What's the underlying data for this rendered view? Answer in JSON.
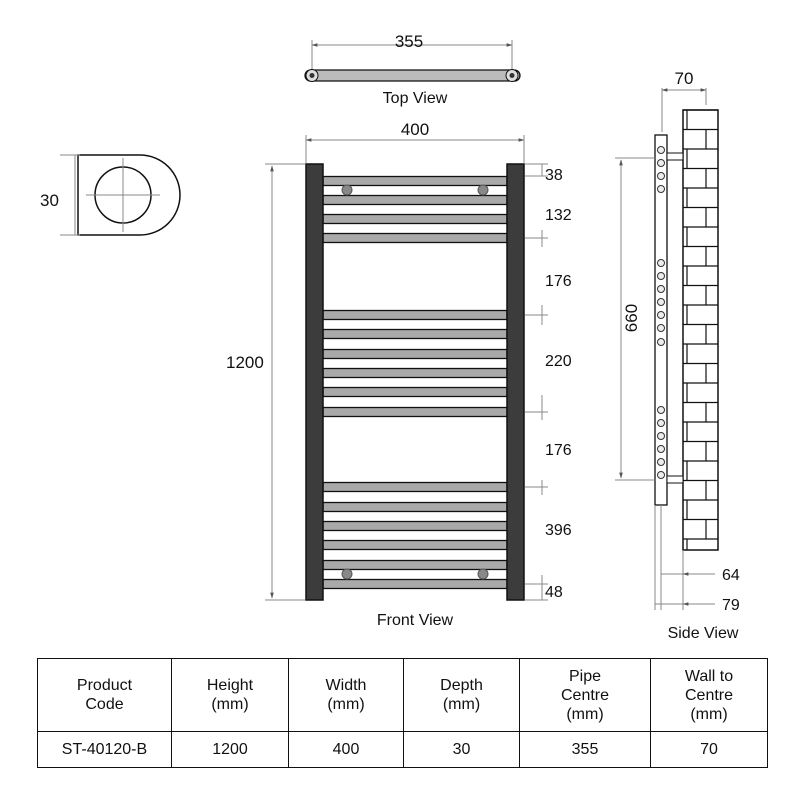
{
  "top_view": {
    "label": "Top View",
    "dim_pipe_centre": "355"
  },
  "front_view": {
    "label": "Front View",
    "dim_width": "400",
    "dim_height": "1200",
    "spacings": [
      "38",
      "132",
      "176",
      "220",
      "176",
      "396",
      "48"
    ]
  },
  "end_cap": {
    "dim_depth": "30"
  },
  "side_view": {
    "label": "Side View",
    "dim_wall_to_centre": "70",
    "dim_bracket": "660",
    "dim_a": "64",
    "dim_b": "79"
  },
  "table": {
    "headers": [
      [
        "Product",
        "Code"
      ],
      [
        "Height",
        "(mm)"
      ],
      [
        "Width",
        "(mm)"
      ],
      [
        "Depth",
        "(mm)"
      ],
      [
        "Pipe",
        "Centre",
        "(mm)"
      ],
      [
        "Wall to",
        "Centre",
        "(mm)"
      ]
    ],
    "row": [
      "ST-40120-B",
      "1200",
      "400",
      "30",
      "355",
      "70"
    ]
  },
  "colors": {
    "rail": "#3c3c3c",
    "bar": "#a9a9a9",
    "dim": "#888888"
  }
}
